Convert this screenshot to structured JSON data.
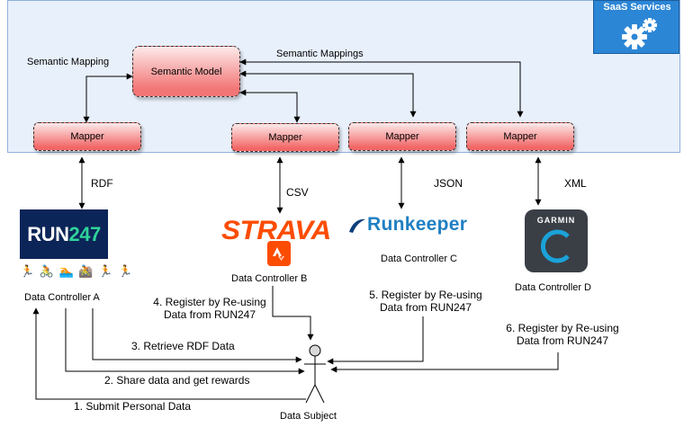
{
  "saas": {
    "title": "SaaS Services",
    "icon": "gear-icon"
  },
  "semantic_model": {
    "label": "Semantic Model"
  },
  "semantic_mapping_label": "Semantic Mapping",
  "semantic_mappings_label": "Semantic Mappings",
  "mappers": [
    "Mapper",
    "Mapper",
    "Mapper",
    "Mapper"
  ],
  "formats": {
    "a": "RDF",
    "b": "CSV",
    "c": "JSON",
    "d": "XML"
  },
  "logos": {
    "run247": "RUN247",
    "run247_run": "RUN",
    "run247_num": "247",
    "strava": "STRAVA",
    "runkeeper": "Runkeeper",
    "garmin": "GARMIN"
  },
  "controllers": {
    "a": "Data Controller A",
    "b": "Data Controller B",
    "c": "Data Controller C",
    "d": "Data Controller D"
  },
  "subject": "Data Subject",
  "steps": {
    "s1": "1. Submit Personal Data",
    "s2": "2. Share data and get rewards",
    "s3": "3. Retrieve RDF Data",
    "s4a": "4. Register by Re-using",
    "s4b": "Data from RUN247",
    "s5a": "5. Register by Re-using",
    "s5b": "Data from RUN247",
    "s6a": "6. Register by Re-using",
    "s6b": "Data from RUN247"
  },
  "colors": {
    "saas_bg": "#e8f0fb",
    "saas_badge": "#2c86d6",
    "mapper_red": "#f26666",
    "strava": "#fc4c02",
    "runkeeper": "#1f7fc2",
    "run247_bg": "#0c2558"
  }
}
